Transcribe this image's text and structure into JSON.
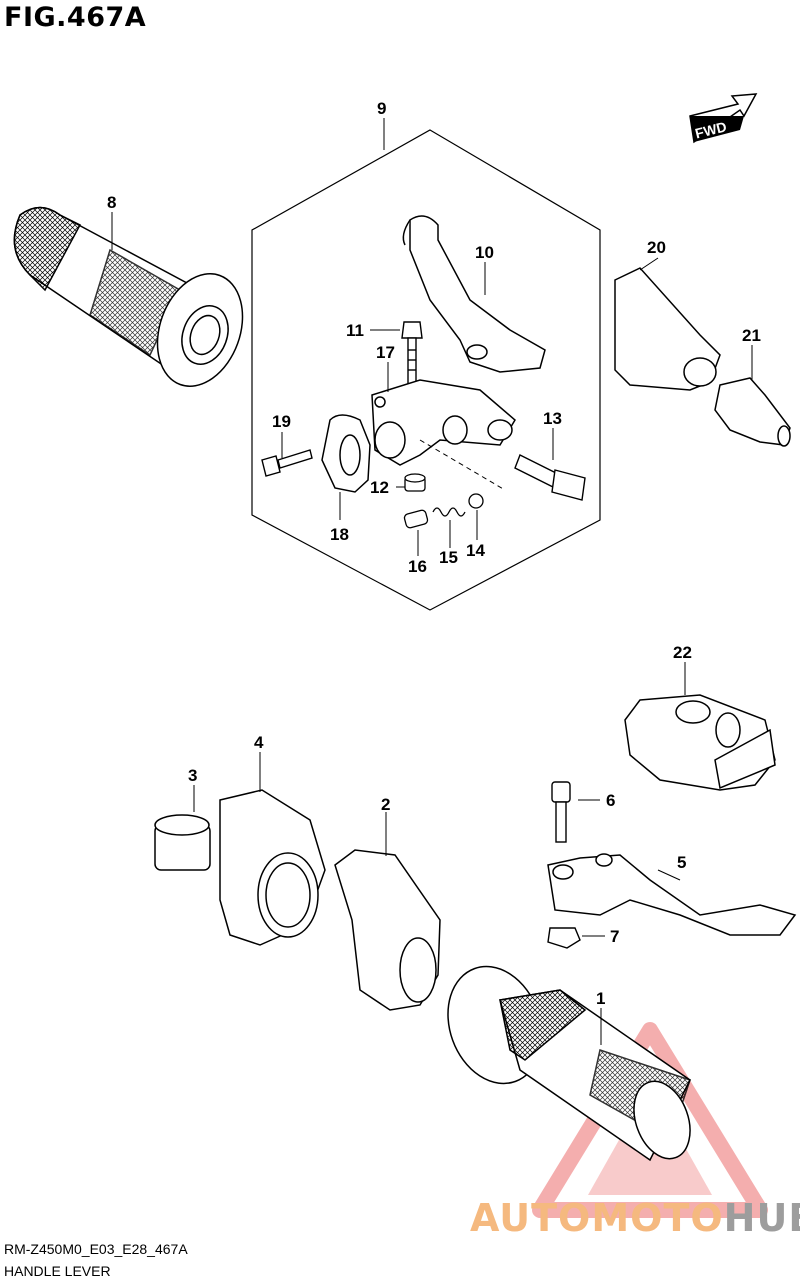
{
  "figure_title": "FIG.467A",
  "forward_label": "FWD",
  "model_code": "RM-Z450M0_E03_E28_467A",
  "section_name": "HANDLE LEVER",
  "watermark": {
    "auto": "AUTO",
    "moto": "MOTO",
    "hub": "HUB",
    "triangle_color": "#f2a0a0",
    "orange_color": "#f5b97f",
    "gray_color": "#9d9d9d"
  },
  "parts": {
    "p1": "1",
    "p2": "2",
    "p3": "3",
    "p4": "4",
    "p5": "5",
    "p6": "6",
    "p7": "7",
    "p8": "8",
    "p9": "9",
    "p10": "10",
    "p11": "11",
    "p12": "12",
    "p13": "13",
    "p14": "14",
    "p15": "15",
    "p16": "16",
    "p17": "17",
    "p18": "18",
    "p19": "19",
    "p20": "20",
    "p21": "21",
    "p22": "22"
  }
}
